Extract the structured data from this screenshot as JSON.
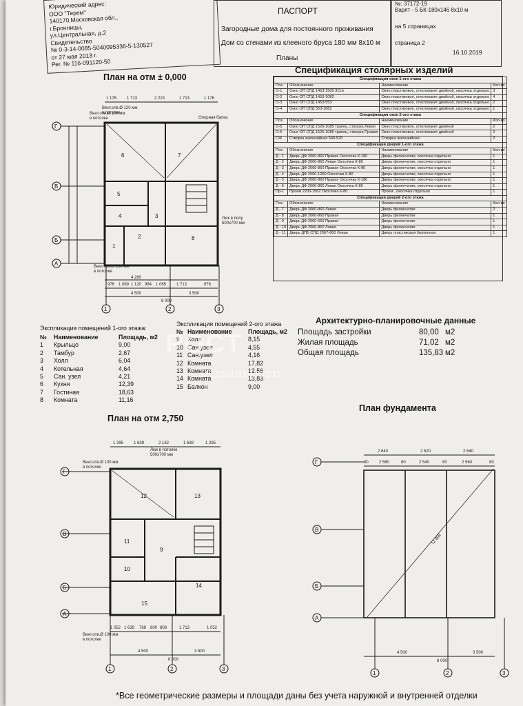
{
  "stamp": {
    "lines": [
      "Юридический адрес:",
      "ООО \"Терем\"",
      "140170,Московская обл.,",
      "г.Бронницы,",
      "ул.Центральная, д.2",
      "Свидетельство",
      "№ 0-3-14-0085-5040095336-5-130527",
      "от 27 мая 2013 г.",
      "Рег. № 116-091120-50"
    ]
  },
  "header": {
    "passport": "ПАСПОРТ",
    "line1": "Загородные дома для постоянного проживания",
    "line2": "Дом со стенами из клееного бруса 180 мм 8х10 м",
    "line3": "Планы",
    "doc_no": "№: 37172-19",
    "variant": "Варят - 5 БК-180х146 8х10 м",
    "pages": "на 5 страницах",
    "page": "страница 2",
    "date": "16.10.2019"
  },
  "spec": {
    "title": "Спецификация столярных изделий",
    "sections": [
      {
        "caption": "Спецификация окон 1-ого этажа",
        "head": [
          "Поз.",
          "Обозначение",
          "Наименование",
          "Кол-во"
        ],
        "rows": [
          [
            "О-1",
            "Окно ОП СПД 1453-1509 3Ств",
            "Окно пластиковое, стеклопакет двойной, окосячка отдельно",
            "3"
          ],
          [
            "О-2",
            "Окно ОП СПД 1453-1082",
            "Окно пластиковое, стеклопакет двойной, окосячка отдельно",
            "4"
          ],
          [
            "О-3",
            "Окно ОП СПД 1453-553",
            "Окно пластиковое, стеклопакет двойной, окосячка отдельно",
            "2"
          ],
          [
            "О-4",
            "Окно ОП СПД 553-1082",
            "Окно пластиковое, стеклопакет двойной, окосячка отдельно",
            "1"
          ]
        ]
      },
      {
        "caption": "Спецификация окон 2-ого этажа",
        "head": [
          "Поз.",
          "Обозначение",
          "Наименование",
          "Кол-во"
        ],
        "rows": [
          [
            "О-5",
            "Окно ОП СПД 1526-1085 трапец. створка Левая",
            "Окно пластиковое, стеклопакет двойной",
            "2"
          ],
          [
            "О-6",
            "Окно ОП СПД 1526-1085 трапец. створка Правая",
            "Окно пластиковое, стеклопакет двойной",
            "2"
          ],
          [
            "СЖ",
            "Створка жалюзийная 540-520",
            "Створка жалюзийная",
            "2"
          ]
        ]
      },
      {
        "caption": "Спецификация дверей 1-ого этажа",
        "head": [
          "Поз.",
          "Обозначение",
          "Наименование",
          "Кол-во"
        ],
        "rows": [
          [
            "Д - 1",
            "Дверь ДФ 2060-860 Правая Окосячка К-180",
            "Дверь филенчатая, окосячка отдельно",
            "1"
          ],
          [
            "Д - 2",
            "Дверь ДФ 2060-860 Левая Окосячка К-80",
            "Дверь филенчатая, окосячка отдельно",
            "1"
          ],
          [
            "Д - 3",
            "Дверь ДФ 2060-860 Правая Окосячка К-80",
            "Дверь филенчатая, окосячка отдельно",
            "1"
          ],
          [
            "Д - 4",
            "Дверь ДФ 2060-1260 Окосячка К-80",
            "Дверь филенчатая, окосячка отдельно",
            "1"
          ],
          [
            "Д - 5",
            "Дверь ДФ 2060-860 Правая Окосячка К-180",
            "Дверь филенчатая, окосячка отдельно",
            "1"
          ],
          [
            "Д - 6",
            "Дверь ДФ 2060-860 Левая Окосячка К-80",
            "Дверь филенчатая, окосячка отдельно",
            "1"
          ],
          [
            "Пр-1",
            "Проем 2200-1562 Окосячка К-80",
            "Проем , окосячка отдельно",
            "1"
          ]
        ]
      },
      {
        "caption": "Спецификация дверей 2-ого этажа",
        "head": [
          "Поз.",
          "Обозначение",
          "Наименование",
          "Кол-во"
        ],
        "rows": [
          [
            "Д - 7",
            "Дверь ДФ 2060-860 Левая",
            "Дверь филенчатая",
            "2"
          ],
          [
            "Д - 8",
            "Дверь ДФ 2060-860 Правая",
            "Дверь филенчатая",
            "1"
          ],
          [
            "Д - 9",
            "Дверь ДФ 2060-660 Правая",
            "Дверь филенчатая",
            "1"
          ],
          [
            "Д - 10",
            "Дверь ДФ 2060-860 Левая",
            "Дверь филенчатая",
            "1"
          ],
          [
            "Д - 11",
            "Дверь ДПБ СПД 2067-860 Левая",
            "Дверь пластиковая балконная",
            "1"
          ]
        ]
      }
    ]
  },
  "plan1": {
    "title": "План на отм ± 0,000",
    "labels": [
      "Вент.отв.Ø 100 мм",
      "в потолке",
      "Вент.отв.Ø 120 мм",
      "в потолке",
      "Опорная балка",
      "Люк в полу",
      "500х700 мм",
      "Вент.отв.Ø 150 мм",
      "в потолке"
    ],
    "axes": [
      "Г",
      "В",
      "Б",
      "А",
      "1",
      "2",
      "3"
    ],
    "dims_top": [
      "1 176",
      "1 713",
      "2 223",
      "1 713",
      "1 176"
    ],
    "dims_bottom": [
      "976",
      "1 089",
      "1 120",
      "964",
      "1 065",
      "1 713",
      "976"
    ],
    "dims_total": [
      "4 260",
      "4 500",
      "3 500",
      "8 000"
    ],
    "rooms": [
      "1",
      "2",
      "3",
      "4",
      "5",
      "6",
      "7",
      "8"
    ]
  },
  "expl1": {
    "title": "Экспликация помещений 1-ого этажа:",
    "head": [
      "№",
      "Наименование",
      "Площадь, м2"
    ],
    "rows": [
      [
        "1",
        "Крыльцо",
        "9,00"
      ],
      [
        "2",
        "Тамбур",
        "2,67"
      ],
      [
        "3",
        "Холл",
        "6,04"
      ],
      [
        "4",
        "Котельная",
        "4,64"
      ],
      [
        "5",
        "Сан. узел",
        "4,21"
      ],
      [
        "6",
        "Кухня",
        "12,39"
      ],
      [
        "7",
        "Гостиная",
        "18,63"
      ],
      [
        "8",
        "Комната",
        "11,16"
      ]
    ]
  },
  "expl2": {
    "title": "Экспликация помещений 2-ого этажа",
    "head": [
      "№",
      "Наименование",
      "Площадь, м2"
    ],
    "rows": [
      [
        "9",
        "Холл",
        "8,15"
      ],
      [
        "10",
        "Сан.узел",
        "4,55"
      ],
      [
        "11",
        "Сан.узел",
        "4,16"
      ],
      [
        "12",
        "Комната",
        "17,82"
      ],
      [
        "13",
        "Комната",
        "12,56"
      ],
      [
        "14",
        "Комната",
        "13,83"
      ],
      [
        "15",
        "Балкон",
        "9,00"
      ]
    ]
  },
  "arch": {
    "title": "Архитектурно-планировочные данные",
    "rows": [
      [
        "Площадь застройки",
        "80,00",
        "м2"
      ],
      [
        "Жилая площадь",
        "71,02",
        "м2"
      ],
      [
        "Общая площадь",
        "135,83",
        "м2"
      ]
    ]
  },
  "plan2": {
    "title": "План на отм 2,750",
    "labels": [
      "Люк в потолке",
      "500х700 мм",
      "Вент.отв.Ø 100 мм",
      "в потолке",
      "Вент.отв.Ø 100 мм",
      "в потолке"
    ],
    "dims_top": [
      "1 295",
      "1 639",
      "2 132",
      "1 639",
      "1 295"
    ],
    "dims_bottom": [
      "1 052",
      "1 639",
      "769",
      "800",
      "808",
      "1 713",
      "1 052"
    ],
    "dims_total": [
      "4 500",
      "3 500",
      "8 000"
    ],
    "rooms": [
      "9",
      "10",
      "11",
      "12",
      "13",
      "14",
      "15"
    ]
  },
  "foundation": {
    "title": "План фундамента",
    "dims_top": [
      "2 640",
      "2 620",
      "2 640"
    ],
    "dims_inner": [
      "80",
      "2 560",
      "80",
      "2 540",
      "80",
      "2 560",
      "80"
    ],
    "diagonal": "12 806",
    "dims_total": [
      "4 500",
      "3 500",
      "8 000"
    ]
  },
  "footnote": "*Все геометрические размеры и площади даны без учета наружной и внутренней отделки",
  "watermark": {
    "brand": "РОСТ",
    "sub": "НЕДВИЖИМОСТЬ"
  },
  "colors": {
    "paper": "#efeeea",
    "ink": "#151515",
    "background": "#6f6d6a"
  }
}
